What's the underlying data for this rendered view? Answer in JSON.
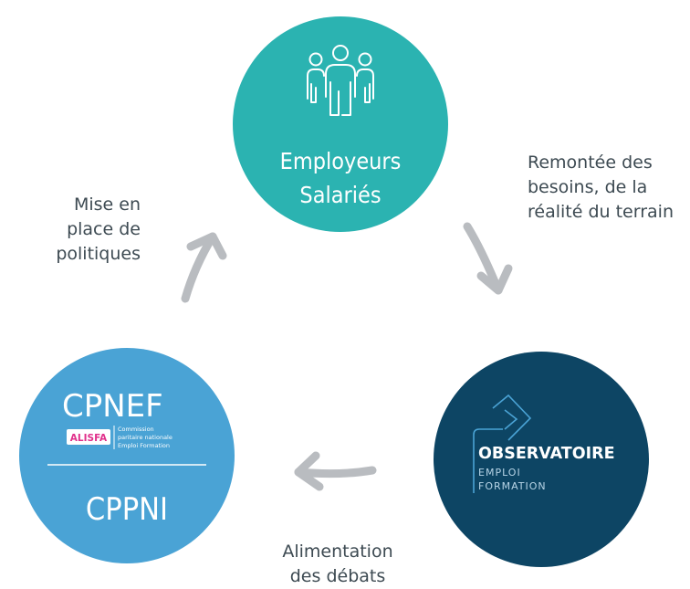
{
  "colors": {
    "teal": "#2bb3b1",
    "navy": "#0d4564",
    "blue": "#4aa3d5",
    "arrow": "#b9bcc0",
    "text": "#3d4a52",
    "pink": "#e0308b"
  },
  "nodes": {
    "top": {
      "icon": "people-group-icon",
      "line1": "Employeurs",
      "line2": "Salariés"
    },
    "right": {
      "logo_title": "OBSERVATOIRE",
      "logo_line2": "EMPLOI",
      "logo_line3": "FORMATION"
    },
    "left": {
      "logo_letters": "CPNEF",
      "logo_badge": "ALISFA",
      "logo_sub1": "Commission",
      "logo_sub2": "paritaire nationale",
      "logo_sub3": "Emploi Formation",
      "title": "CPPNI"
    }
  },
  "edges": {
    "top_to_right": [
      "Remontée des",
      "besoins, de la",
      "réalité du terrain"
    ],
    "right_to_left": [
      "Alimentation",
      "des débats"
    ],
    "left_to_top": [
      "Mise en",
      "place de",
      "politiques"
    ]
  }
}
